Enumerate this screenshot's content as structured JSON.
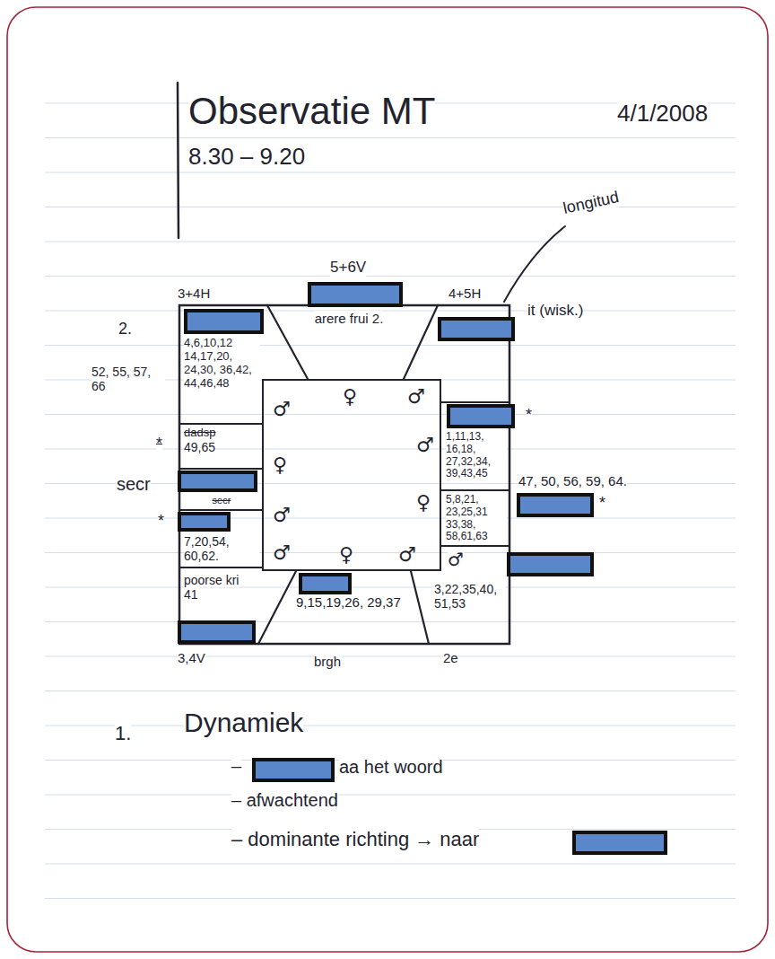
{
  "diagram": {
    "title": "Observatie MT",
    "nodes": [
      {
        "text": [
          "4,6,10,12 14,17,20, 24,30, 36,42, 44,46,48"
        ]
      },
      {
        "text": [
          "arere frui 2."
        ]
      },
      {
        "text": [
          "♂",
          "♀",
          "♂",
          "♂",
          "♀",
          "♀",
          "♂",
          "♂",
          "♀",
          "♂"
        ]
      },
      {
        "text": [
          "1,11,13, 16,18, 27,32,34, 39,43,45"
        ]
      },
      {
        "text": [
          "dadsp",
          "49,65"
        ]
      },
      {
        "text": [
          "secr"
        ]
      },
      {
        "text": [
          "5,8,21, 23,25,31 33,38, 58,61,63"
        ]
      },
      {
        "text": [
          "7,20,54, 60,62."
        ]
      },
      {
        "text": [
          "poorse kri",
          "41"
        ]
      },
      {
        "text": [
          "9,15,19,26, 29,37"
        ]
      },
      {
        "text": [
          "3,22,35,40, 51,53"
        ]
      }
    ],
    "labels": [
      "8.30 – 9.20",
      "4/1/2008",
      "5+6V",
      "3+4H",
      "4+5H",
      "longitud",
      "it (wisk.)",
      "2.",
      "52, 55, 57, 66",
      "*",
      "secr",
      "*",
      "*",
      "47, 50, 56, 59, 64.",
      "*",
      "♂",
      "3,4V",
      "brgh",
      "2e",
      "1.",
      "Dynamiek",
      "–",
      "aa het woord",
      "– afwachtend",
      "– dominante richting → naar"
    ]
  }
}
